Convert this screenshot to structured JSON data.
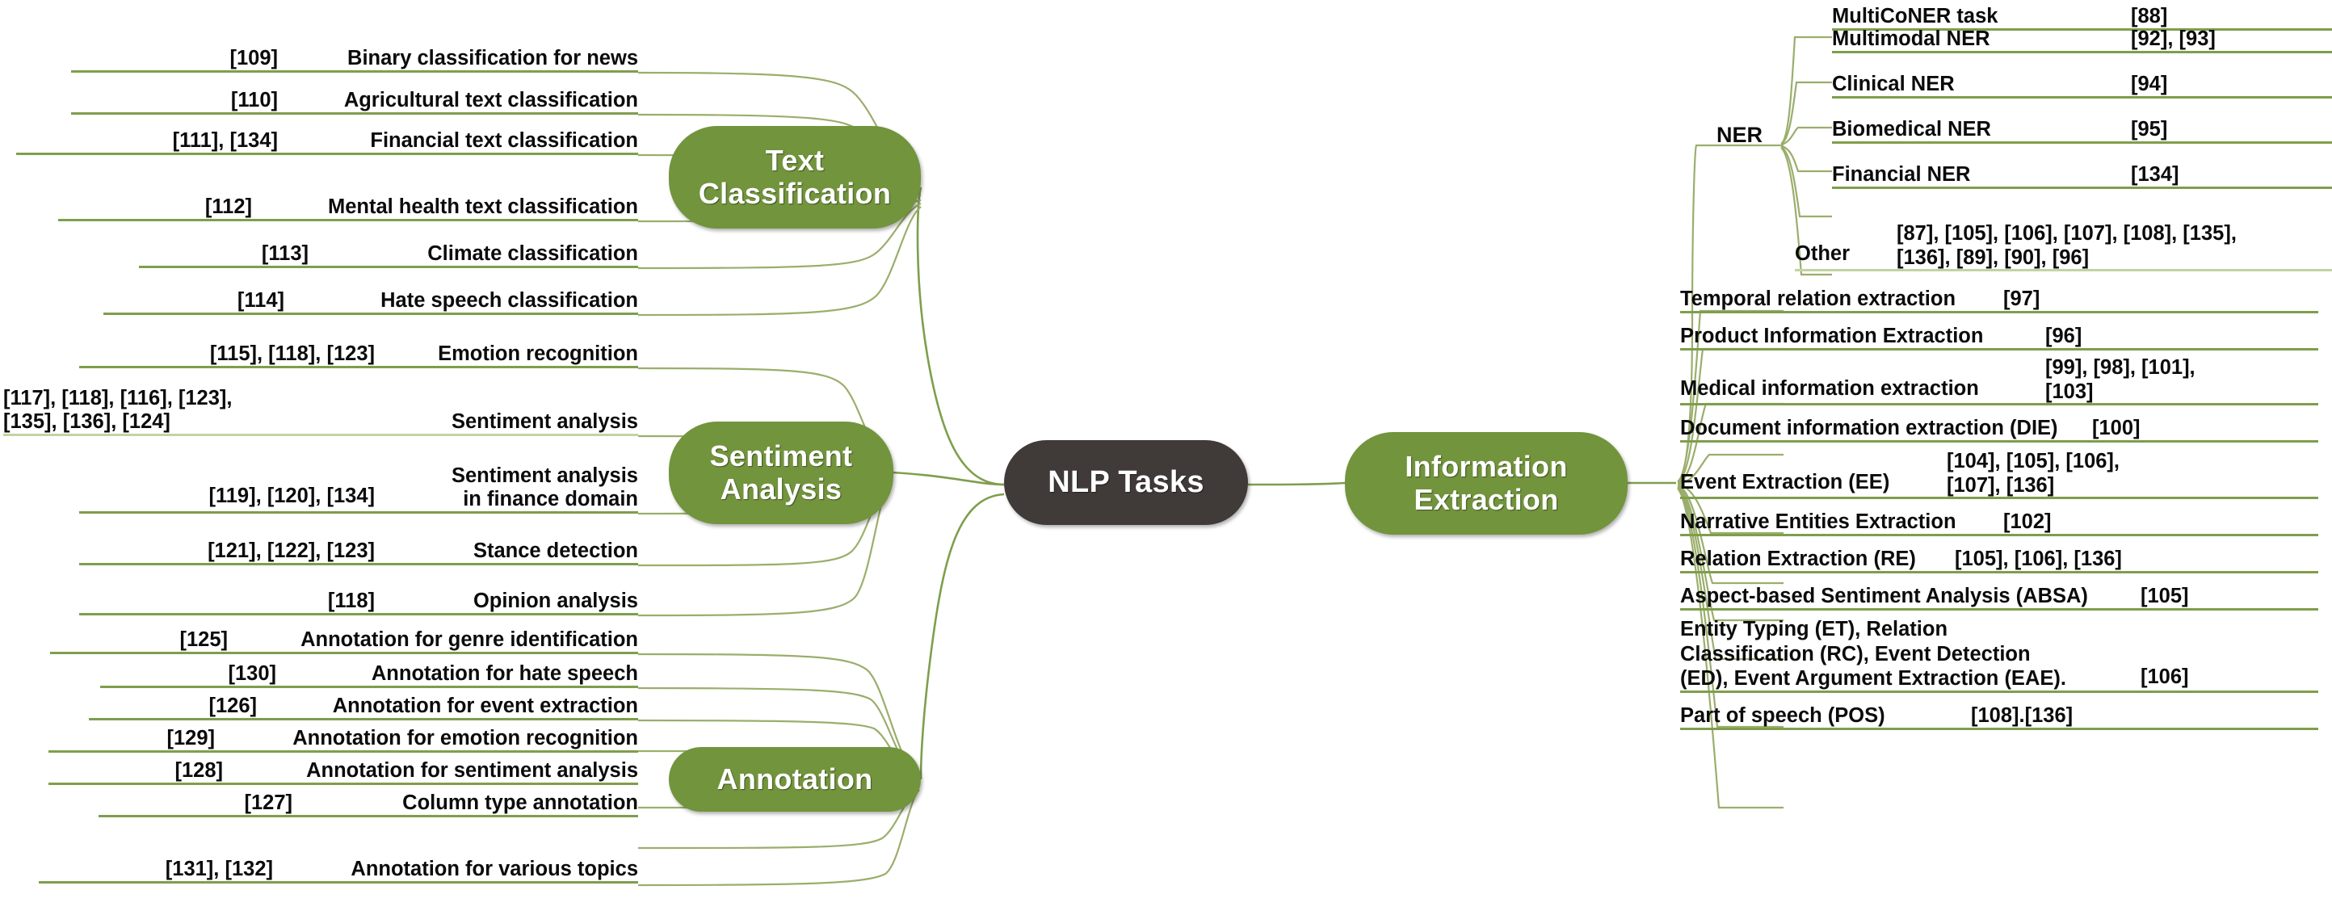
{
  "diagram": {
    "title": "NLP Tasks",
    "colors": {
      "root_node": "#403a38",
      "branch_node": "#72943c",
      "connector": "#7f9e4c",
      "connector_light": "#c3d3a2",
      "text": "#0b0b0b",
      "node_text": "#ffffff"
    }
  },
  "root": {
    "label": "NLP Tasks"
  },
  "branches": {
    "text_classification": {
      "label": "Text\nClassification",
      "items": [
        {
          "refs": "[109]",
          "label": "Binary classification for news"
        },
        {
          "refs": "[110]",
          "label": "Agricultural text classification"
        },
        {
          "refs": "[111], [134]",
          "label": "Financial text classification"
        },
        {
          "refs": "[112]",
          "label": "Mental health text classification"
        },
        {
          "refs": "[113]",
          "label": "Climate classification"
        },
        {
          "refs": "[114]",
          "label": "Hate speech classification"
        }
      ]
    },
    "sentiment_analysis": {
      "label": "Sentiment\nAnalysis",
      "items": [
        {
          "refs": "[115], [118], [123]",
          "label": "Emotion recognition"
        },
        {
          "refs": "[117], [118], [116], [123],\n[135], [136], [124]",
          "label": "Sentiment analysis"
        },
        {
          "refs": "[119], [120], [134]",
          "label": "Sentiment analysis\nin finance domain"
        },
        {
          "refs": "[121], [122], [123]",
          "label": "Stance detection"
        },
        {
          "refs": "[118]",
          "label": "Opinion analysis"
        }
      ]
    },
    "annotation": {
      "label": "Annotation",
      "items": [
        {
          "refs": "[125]",
          "label": "Annotation for genre identification"
        },
        {
          "refs": "[130]",
          "label": "Annotation for hate speech"
        },
        {
          "refs": "[126]",
          "label": "Annotation for event extraction"
        },
        {
          "refs": "[129]",
          "label": "Annotation for emotion recognition"
        },
        {
          "refs": "[128]",
          "label": "Annotation for sentiment analysis"
        },
        {
          "refs": "[127]",
          "label": "Column type annotation"
        },
        {
          "refs": "[131], [132]",
          "label": "Annotation for various topics"
        }
      ]
    },
    "information_extraction": {
      "label": "Information\nExtraction",
      "ner": {
        "label": "NER",
        "items": [
          {
            "label": "MultiCoNER task",
            "refs": "[88]"
          },
          {
            "label": "Multimodal NER",
            "refs": "[92], [93]"
          },
          {
            "label": "Clinical NER",
            "refs": "[94]"
          },
          {
            "label": "Biomedical NER",
            "refs": "[95]"
          },
          {
            "label": "Financial NER",
            "refs": "[134]"
          },
          {
            "label": "Other",
            "refs": "[87], [105], [106], [107], [108], [135],\n[136], [89],  [90], [96]"
          }
        ]
      },
      "items": [
        {
          "label": "Temporal relation extraction",
          "refs": "[97]"
        },
        {
          "label": "Product Information Extraction",
          "refs": "[96]"
        },
        {
          "label": "Medical information extraction",
          "refs": "[99], [98], [101],\n[103]"
        },
        {
          "label": "Document information extraction (DIE)",
          "refs": "[100]"
        },
        {
          "label": "Event Extraction (EE)",
          "refs": "[104], [105], [106],\n[107], [136]"
        },
        {
          "label": "Narrative Entities Extraction",
          "refs": "[102]"
        },
        {
          "label": "Relation Extraction (RE)",
          "refs": "[105], [106], [136]"
        },
        {
          "label": "Aspect-based Sentiment Analysis (ABSA)",
          "refs": "[105]"
        },
        {
          "label": "Entity Typing (ET), Relation\nClassification (RC), Event Detection\n(ED), Event Argument Extraction (EAE).",
          "refs": "[106]"
        },
        {
          "label": "Part of speech (POS)",
          "refs": "[108].[136]"
        }
      ]
    }
  }
}
